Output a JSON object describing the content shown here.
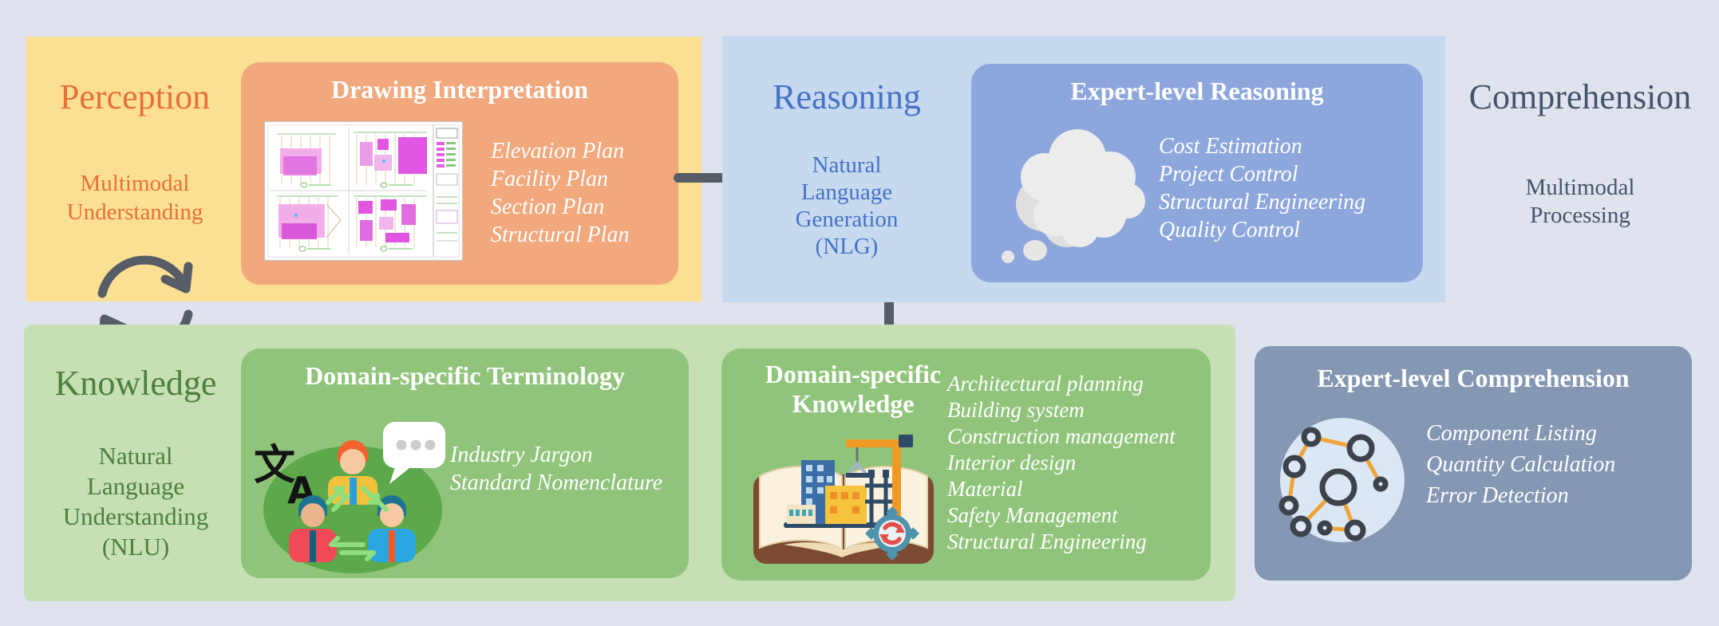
{
  "figure": {
    "type": "concept-diagram",
    "quadrants": [
      "Perception",
      "Reasoning",
      "Knowledge",
      "Comprehension"
    ]
  },
  "colors": {
    "background": "#dfe3ed",
    "perception_panel": "#fbdf93",
    "perception_card": "#f0a87c",
    "perception_text": "#e7703a",
    "reasoning_panel": "#c6d9ee",
    "reasoning_card": "#8da7dc",
    "reasoning_text": "#4673c6",
    "knowledge_panel": "#c6dfb4",
    "knowledge_card": "#90c47b",
    "knowledge_text": "#4e7f3e",
    "comprehension_card": "#8497b3",
    "comprehension_text": "#44546a",
    "arrow": "#575d66",
    "card_title_text": "#ffffff"
  },
  "perception": {
    "title": "Perception",
    "subtitle": "Multimodal\nUnderstanding",
    "card": {
      "title": "Drawing Interpretation",
      "items": [
        "Elevation Plan",
        "Facility Plan",
        "Section Plan",
        "Structural Plan"
      ]
    }
  },
  "reasoning": {
    "title": "Reasoning",
    "subtitle": "Natural\nLanguage\nGeneration\n(NLG)",
    "card": {
      "title": "Expert-level Reasoning",
      "items": [
        "Cost Estimation",
        "Project Control",
        "Structural Engineering",
        "Quality Control"
      ]
    }
  },
  "comprehension": {
    "title": "Comprehension",
    "subtitle": "Multimodal\nProcessing",
    "card": {
      "title": "Expert-level Comprehension",
      "items": [
        "Component Listing",
        "Quantity Calculation",
        "Error Detection"
      ]
    }
  },
  "knowledge": {
    "title": "Knowledge",
    "subtitle": "Natural\nLanguage\nUnderstanding\n(NLU)",
    "terminology_card": {
      "title": "Domain-specific Terminology",
      "items": [
        "Industry Jargon",
        "Standard Nomenclature"
      ]
    },
    "knowledge_card": {
      "title": "Domain-specific\nKnowledge",
      "items": [
        "Architectural planning",
        "Building system",
        "Construction management",
        "Interior design",
        "Material",
        "Safety Management",
        "Structural Engineering"
      ]
    }
  },
  "icons": {
    "drawing_thumbnail": "cad-floor-plans-image",
    "reasoning_icon": "thought-cloud-icon",
    "terminology_icon": "translation-people-icon",
    "knowledge_icon": "open-book-construction-icon",
    "comprehension_icon": "network-graph-icon",
    "cycle": "cycle-arrows-icon",
    "flow_right": "right-arrow-icon",
    "flow_up": "up-arrow-icon"
  }
}
